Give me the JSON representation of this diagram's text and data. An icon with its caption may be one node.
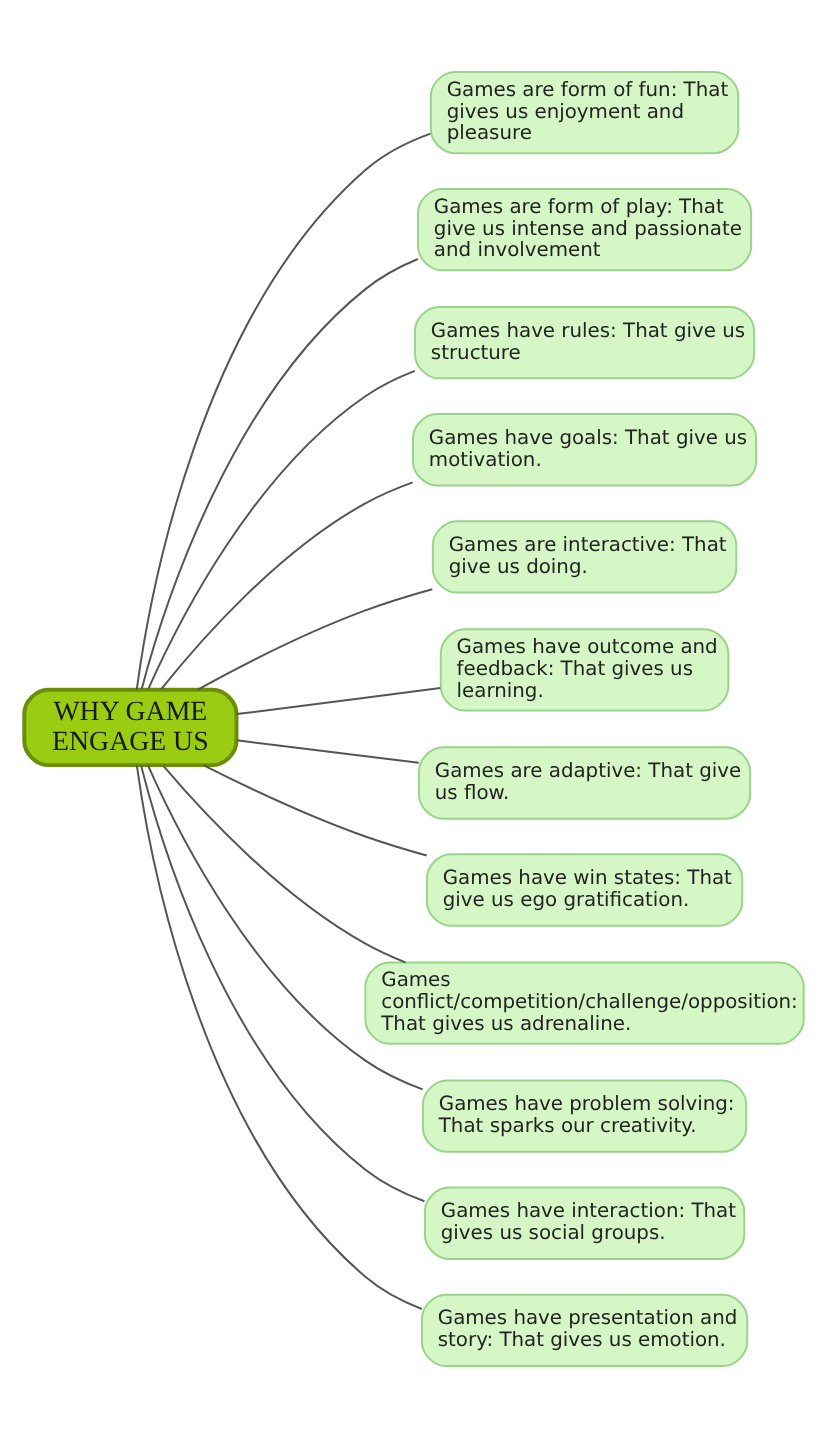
{
  "diagram": {
    "nodes": [
      {
        "text": [
          "WHY GAME ENGAGE US"
        ]
      },
      {
        "text": [
          "Games are form of fun: That gives us enjoyment and pleasure"
        ]
      },
      {
        "text": [
          "Games are form of play: That give us intense and passionate and involvement"
        ]
      },
      {
        "text": [
          "Games have rules: That give us structure"
        ]
      },
      {
        "text": [
          "Games have goals: That give us motivation."
        ]
      },
      {
        "text": [
          "Games are interactive: That give us doing."
        ]
      },
      {
        "text": [
          "Games have outcome and feedback: That gives us learning."
        ]
      },
      {
        "text": [
          "Games are adaptive: That give us flow."
        ]
      },
      {
        "text": [
          "Games have win states: That give us ego gratification."
        ]
      },
      {
        "text": [
          "Games conflict/competition/challenge/opposition: That gives us adrenaline."
        ]
      },
      {
        "text": [
          "Games have problem solving: That sparks our creativity."
        ]
      },
      {
        "text": [
          "Games have interaction: That gives us social groups."
        ]
      },
      {
        "text": [
          "Games have presentation and story: That gives us emotion."
        ]
      }
    ],
    "edges": [
      {
        "from": 0,
        "to": 1,
        "arrow": "none"
      },
      {
        "from": 0,
        "to": 2,
        "arrow": "none"
      },
      {
        "from": 0,
        "to": 3,
        "arrow": "none"
      },
      {
        "from": 0,
        "to": 4,
        "arrow": "none"
      },
      {
        "from": 0,
        "to": 5,
        "arrow": "none"
      },
      {
        "from": 0,
        "to": 6,
        "arrow": "none"
      },
      {
        "from": 0,
        "to": 7,
        "arrow": "none"
      },
      {
        "from": 0,
        "to": 8,
        "arrow": "none"
      },
      {
        "from": 0,
        "to": 9,
        "arrow": "none"
      },
      {
        "from": 0,
        "to": 10,
        "arrow": "none"
      },
      {
        "from": 0,
        "to": 11,
        "arrow": "none"
      },
      {
        "from": 0,
        "to": 12,
        "arrow": "none"
      }
    ]
  }
}
